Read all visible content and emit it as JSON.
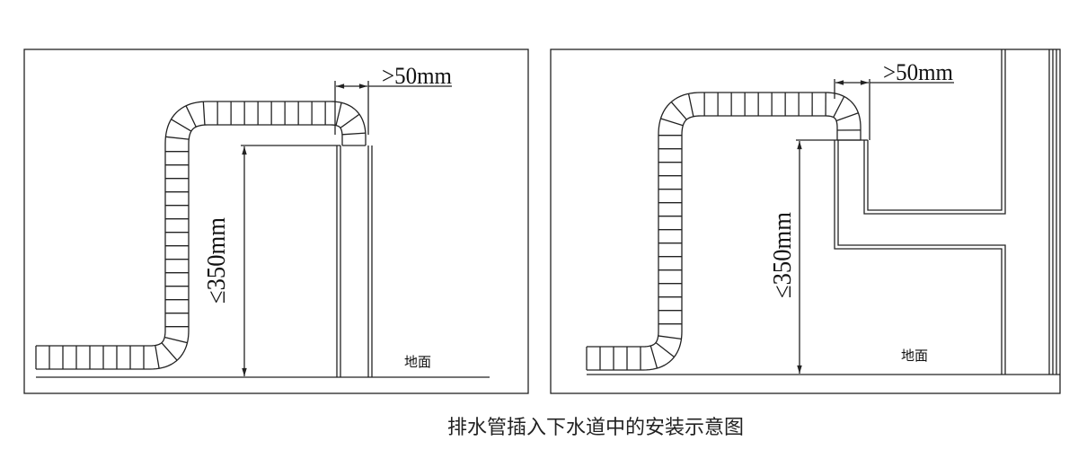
{
  "left_panel": {
    "gap_label": ">50mm",
    "height_label": "≤350mm",
    "floor_label": "地面"
  },
  "right_panel": {
    "gap_label": ">50mm",
    "height_label": "≤350mm",
    "floor_label": "地面"
  },
  "caption": "排水管插入下水道中的安装示意图"
}
